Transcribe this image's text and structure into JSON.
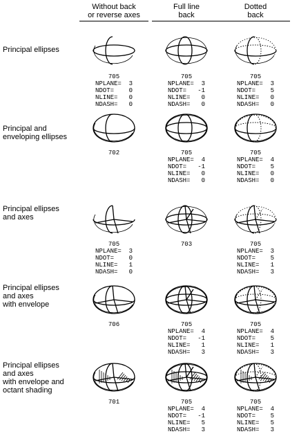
{
  "columns": [
    "Without back\nor reverse axes",
    "Full line\nback",
    "Dotted\nback"
  ],
  "rows": [
    {
      "label": "Principal ellipses",
      "cells": [
        {
          "code": "705",
          "params": [
            "NPLANE=  3",
            "NDOT=    0",
            "NLINE=   0",
            "NDASH=   0"
          ]
        },
        {
          "code": "705",
          "params": [
            "NPLANE=  3",
            "NDOT=   -1",
            "NLINE=   0",
            "NDASH=   0"
          ]
        },
        {
          "code": "705",
          "params": [
            "NPLANE=  3",
            "NDOT=    5",
            "NLINE=   0",
            "NDASH=   0"
          ]
        }
      ]
    },
    {
      "label": "Principal and\nenveloping ellipses",
      "cells": [
        {
          "code": "702",
          "params": []
        },
        {
          "code": "705",
          "params": [
            "NPLANE=  4",
            "NDOT=   -1",
            "NLINE=   0",
            "NDASH=   0"
          ]
        },
        {
          "code": "705",
          "params": [
            "NPLANE=  4",
            "NDOT=    5",
            "NLINE=   0",
            "NDASH=   0"
          ]
        }
      ]
    },
    {
      "label": "Principal ellipses\nand axes",
      "cells": [
        {
          "code": "705",
          "params": [
            "NPLANE=  3",
            "NDOT=    0",
            "NLINE=   1",
            "NDASH=   0"
          ]
        },
        {
          "code": "703",
          "params": []
        },
        {
          "code": "705",
          "params": [
            "NPLANE=  3",
            "NDOT=    5",
            "NLINE=   1",
            "NDASH=   3"
          ]
        }
      ]
    },
    {
      "label": "Principal ellipses\nand axes\nwith envelope",
      "cells": [
        {
          "code": "706",
          "params": []
        },
        {
          "code": "705",
          "params": [
            "NPLANE=  4",
            "NDOT=   -1",
            "NLINE=   1",
            "NDASH=   3"
          ]
        },
        {
          "code": "705",
          "params": [
            "NPLANE=  4",
            "NDOT=    5",
            "NLINE=   1",
            "NDASH=   3"
          ]
        }
      ]
    },
    {
      "label": "Principal ellipses\nand axes\nwith envelope and\noctant shading",
      "cells": [
        {
          "code": "701",
          "params": []
        },
        {
          "code": "705",
          "params": [
            "NPLANE=  4",
            "NDOT=   -1",
            "NLINE=   5",
            "NDASH=   3"
          ]
        },
        {
          "code": "705",
          "params": [
            "NPLANE=  4",
            "NDOT=    5",
            "NLINE=   5",
            "NDASH=   3"
          ]
        }
      ]
    }
  ]
}
